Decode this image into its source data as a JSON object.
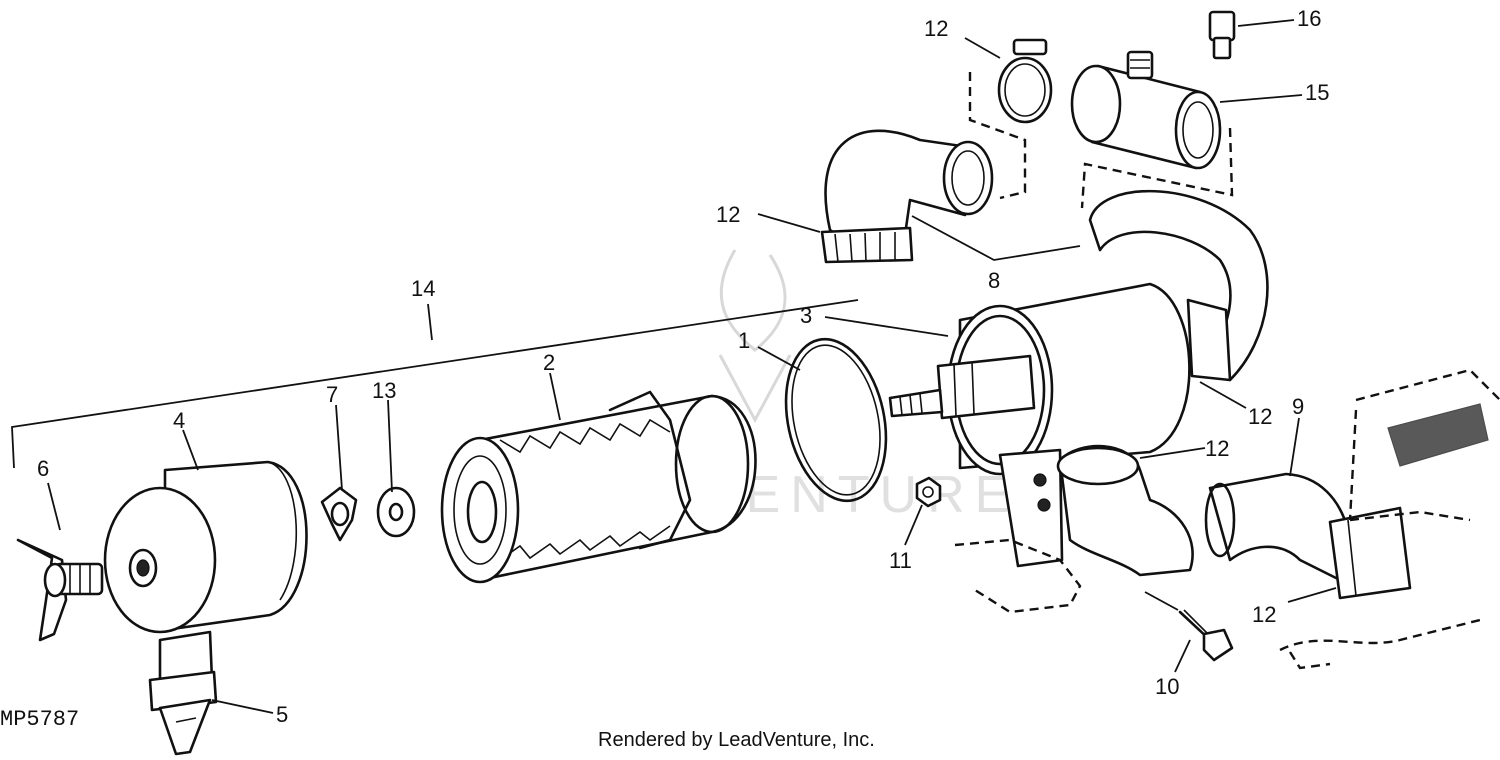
{
  "figure_id": "MP5787",
  "credit": "Rendered by LeadVenture, Inc.",
  "watermark": "LEADVENTURE",
  "callouts": [
    {
      "key": "c1",
      "text": "1"
    },
    {
      "key": "c2",
      "text": "2"
    },
    {
      "key": "c3",
      "text": "3"
    },
    {
      "key": "c4",
      "text": "4"
    },
    {
      "key": "c5",
      "text": "5"
    },
    {
      "key": "c6",
      "text": "6"
    },
    {
      "key": "c7",
      "text": "7"
    },
    {
      "key": "c8",
      "text": "8"
    },
    {
      "key": "c9",
      "text": "9"
    },
    {
      "key": "c10",
      "text": "10"
    },
    {
      "key": "c11",
      "text": "11"
    },
    {
      "key": "c12a",
      "text": "12"
    },
    {
      "key": "c12b",
      "text": "12"
    },
    {
      "key": "c12c",
      "text": "12"
    },
    {
      "key": "c12d",
      "text": "12"
    },
    {
      "key": "c12e",
      "text": "12"
    },
    {
      "key": "c13",
      "text": "13"
    },
    {
      "key": "c14",
      "text": "14"
    },
    {
      "key": "c15",
      "text": "15"
    },
    {
      "key": "c16",
      "text": "16"
    }
  ]
}
